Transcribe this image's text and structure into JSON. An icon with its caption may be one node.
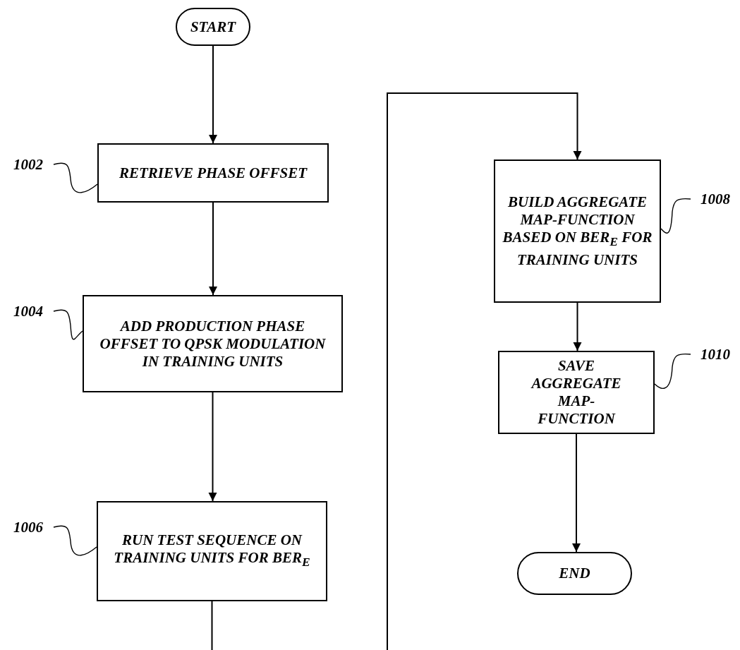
{
  "diagram": {
    "nodes": [
      {
        "text": [
          "START"
        ]
      },
      {
        "text": [
          "1002"
        ]
      },
      {
        "text": [
          "RETRIEVE PHASE OFFSET"
        ]
      },
      {
        "text": [
          "1004"
        ]
      },
      {
        "text": [
          "ADD PRODUCTION PHASE OFFSET TO QPSK MODULATION IN TRAINING UNITS"
        ]
      },
      {
        "text": [
          "1006"
        ]
      },
      {
        "text": [
          "RUN TEST SEQUENCE ON TRAINING UNITS FOR BER$_{E}$"
        ]
      },
      {
        "text": [
          "BUILD AGGREGATE MAP-FUNCTION BASED ON BER$_{E}$ FOR TRAINING UNITS"
        ]
      },
      {
        "text": [
          "1008"
        ]
      },
      {
        "text": [
          "SAVE AGGREGATE MAP- FUNCTION"
        ]
      },
      {
        "text": [
          "1010"
        ]
      },
      {
        "text": [
          "END"
        ]
      }
    ],
    "edges": [
      {
        "from": 0,
        "to": 2,
        "arrow": "to"
      },
      {
        "from": 2,
        "to": 4,
        "arrow": "to"
      },
      {
        "from": 4,
        "to": 6,
        "arrow": "to"
      },
      {
        "from": 6,
        "to": null,
        "arrow": "none"
      },
      {
        "from": null,
        "to": 7,
        "arrow": "to"
      },
      {
        "from": 7,
        "to": 9,
        "arrow": "to"
      },
      {
        "from": 9,
        "to": 11,
        "arrow": "to"
      },
      {
        "from": 1,
        "to": 2,
        "arrow": "none"
      },
      {
        "from": 3,
        "to": 4,
        "arrow": "none"
      },
      {
        "from": 5,
        "to": 6,
        "arrow": "none"
      },
      {
        "from": 8,
        "to": 7,
        "arrow": "none"
      },
      {
        "from": 10,
        "to": 9,
        "arrow": "none"
      }
    ]
  }
}
